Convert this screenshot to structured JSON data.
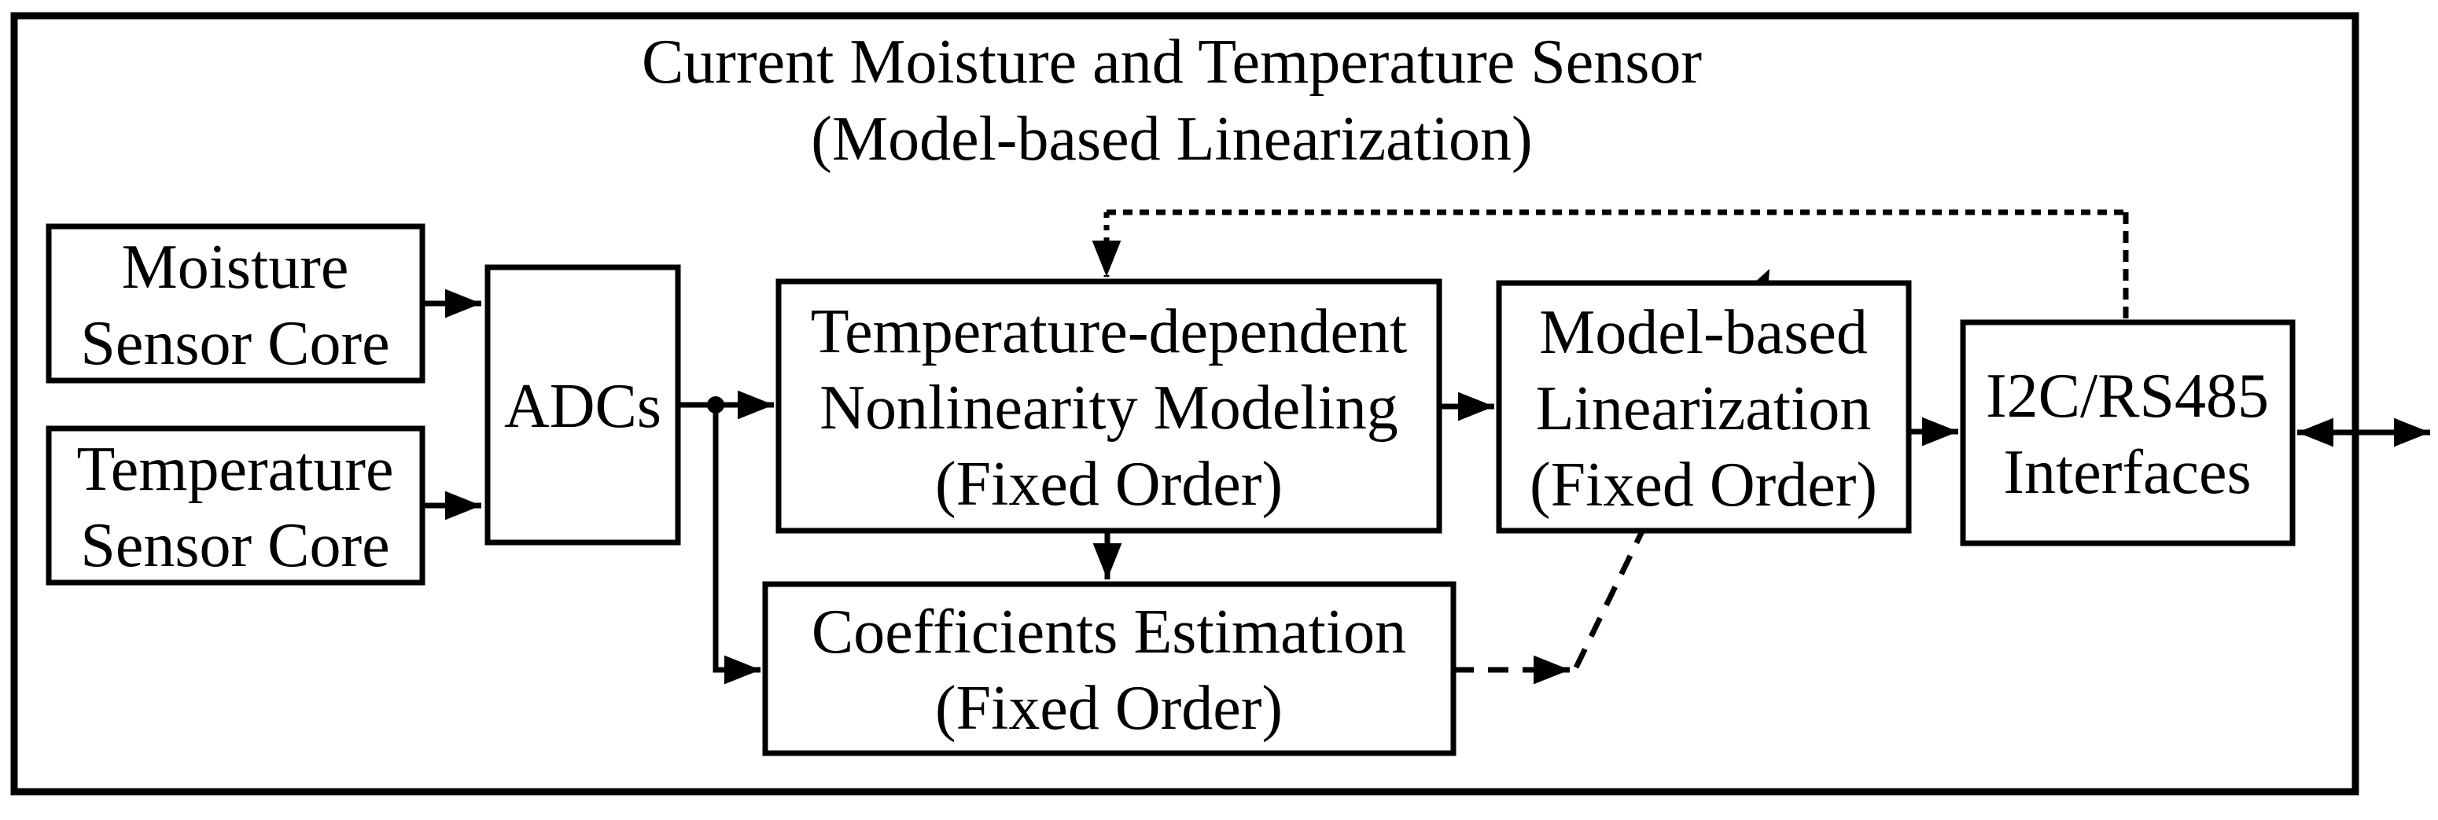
{
  "figure": {
    "title": {
      "line1": "Current Moisture and Temperature Sensor",
      "line2": "(Model-based Linearization)"
    },
    "blocks": {
      "moisture_sensor_core": {
        "lines": [
          "Moisture",
          "Sensor Core"
        ]
      },
      "temperature_sensor_core": {
        "lines": [
          "Temperature",
          "Sensor Core"
        ]
      },
      "adcs": {
        "lines": [
          "ADCs"
        ]
      },
      "nonlinearity_modeling": {
        "lines": [
          "Temperature-dependent",
          "Nonlinearity Modeling",
          "(Fixed Order)"
        ]
      },
      "model_based_linearization": {
        "lines": [
          "Model-based",
          "Linearization",
          "(Fixed Order)"
        ]
      },
      "i2c_rs485_interfaces": {
        "lines": [
          "I2C/RS485",
          "Interfaces"
        ]
      },
      "coefficients_estimation": {
        "lines": [
          "Coefficients Estimation",
          "(Fixed Order)"
        ]
      }
    },
    "colors": {
      "ink": "#000000",
      "background": "#ffffff"
    }
  }
}
